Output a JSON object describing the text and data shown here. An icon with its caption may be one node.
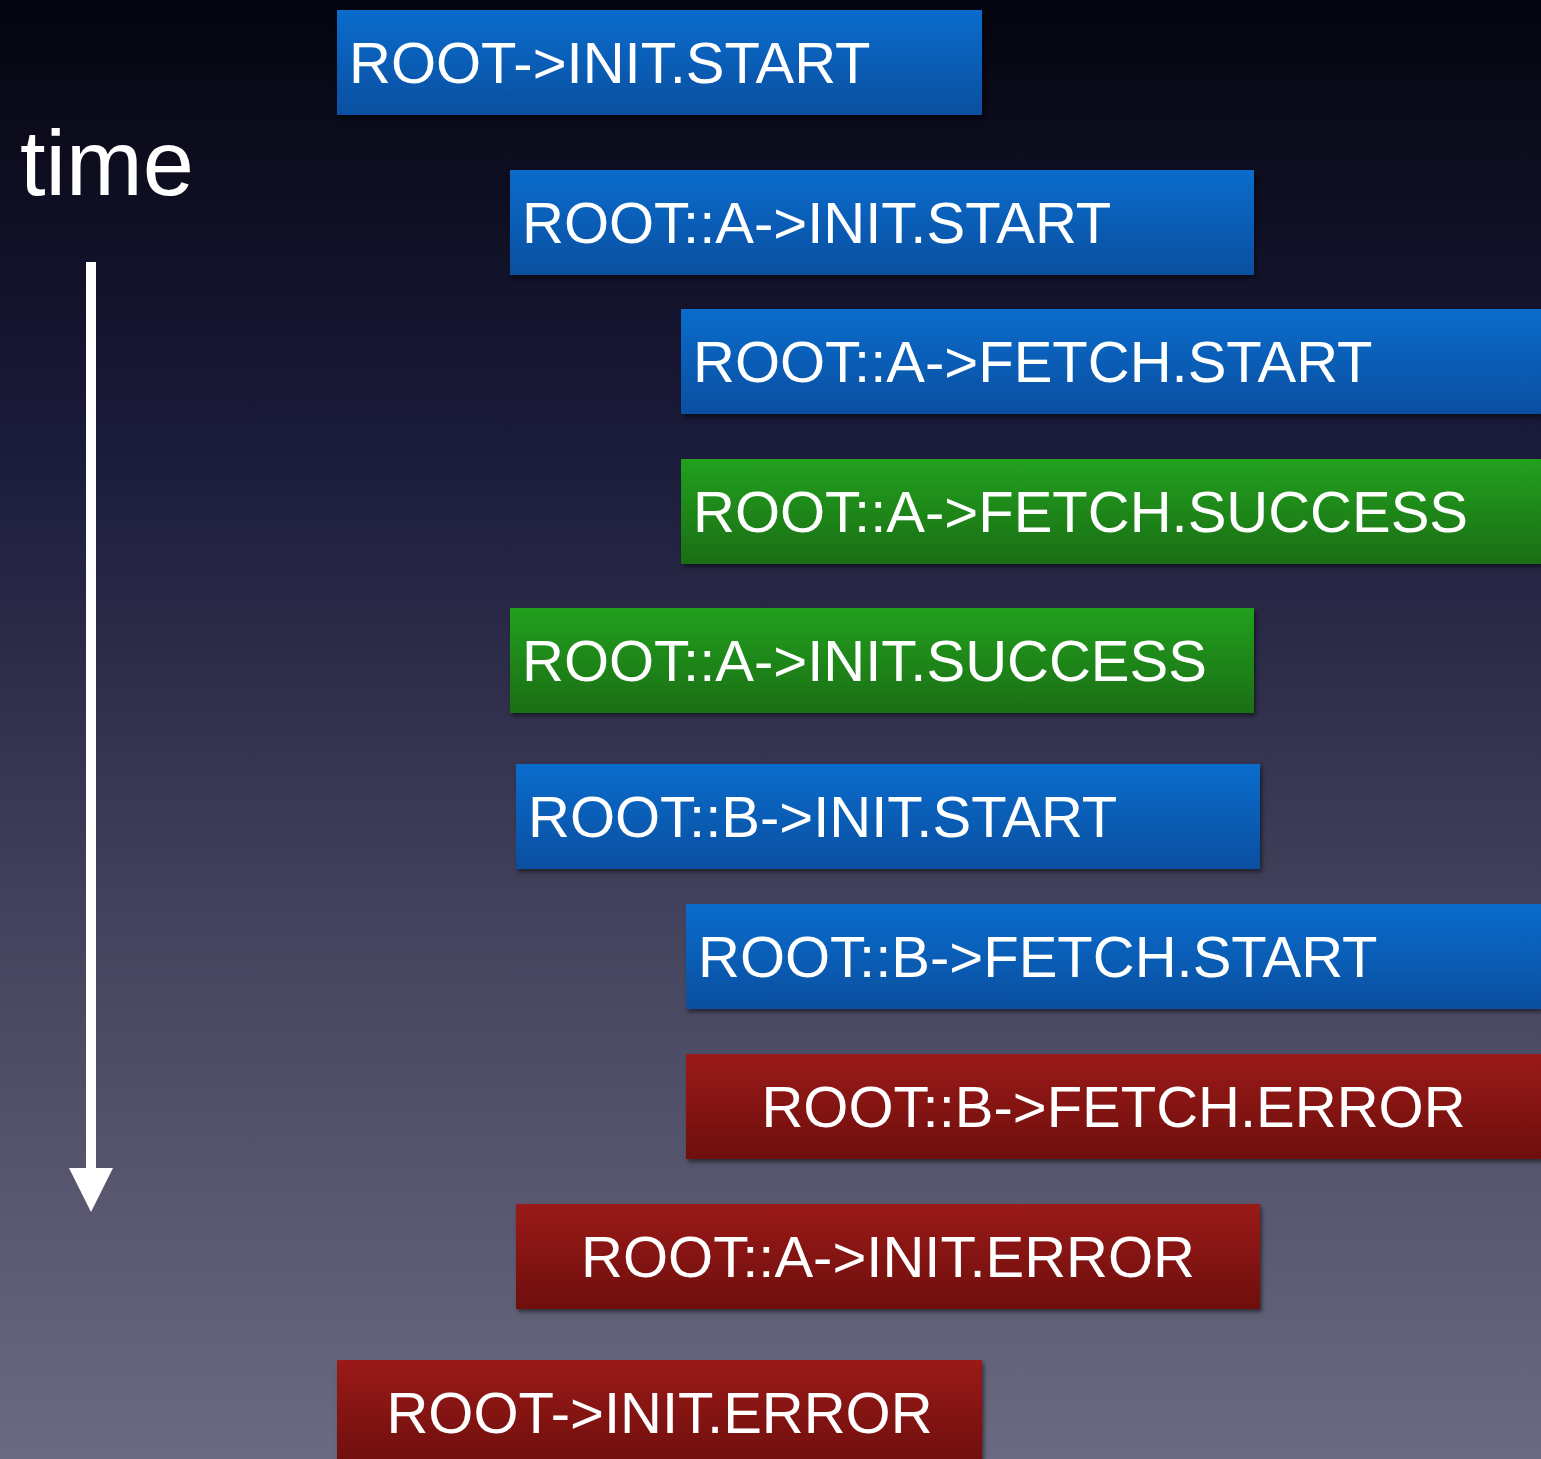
{
  "diagram": {
    "nodes": [
      {
        "text": [
          "ROOT->INIT.START"
        ]
      },
      {
        "text": [
          "ROOT::A->INIT.START"
        ]
      },
      {
        "text": [
          "ROOT::A->FETCH.START"
        ]
      },
      {
        "text": [
          "ROOT::A->FETCH.SUCCESS"
        ]
      },
      {
        "text": [
          "ROOT::A->INIT.SUCCESS"
        ]
      },
      {
        "text": [
          "ROOT::B->INIT.START"
        ]
      },
      {
        "text": [
          "ROOT::B->FETCH.START"
        ]
      },
      {
        "text": [
          "ROOT::B->FETCH.ERROR"
        ]
      },
      {
        "text": [
          "ROOT::A->INIT.ERROR"
        ]
      },
      {
        "text": [
          "ROOT->INIT.ERROR"
        ]
      }
    ],
    "labels": [
      "time"
    ]
  }
}
